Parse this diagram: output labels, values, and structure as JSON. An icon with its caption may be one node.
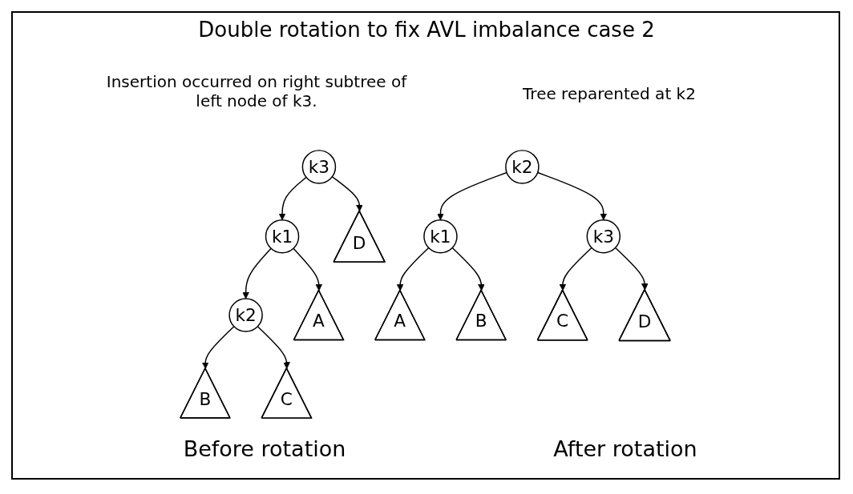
{
  "diagram": {
    "title": "Double rotation to fix AVL imbalance case 2",
    "nodes": [
      {
        "text": [
          "k3"
        ]
      },
      {
        "text": [
          "k1"
        ]
      },
      {
        "text": [
          "k2"
        ]
      },
      {
        "text": [
          "D"
        ]
      },
      {
        "text": [
          "A"
        ]
      },
      {
        "text": [
          "B"
        ]
      },
      {
        "text": [
          "C"
        ]
      },
      {
        "text": [
          "k2"
        ]
      },
      {
        "text": [
          "k1"
        ]
      },
      {
        "text": [
          "k3"
        ]
      },
      {
        "text": [
          "A"
        ]
      },
      {
        "text": [
          "B"
        ]
      },
      {
        "text": [
          "C"
        ]
      },
      {
        "text": [
          "D"
        ]
      }
    ],
    "edges": [
      {
        "from": 0,
        "to": 1,
        "arrow": "to"
      },
      {
        "from": 0,
        "to": 3,
        "arrow": "to"
      },
      {
        "from": 1,
        "to": 4,
        "arrow": "to"
      },
      {
        "from": 1,
        "to": 2,
        "arrow": "to"
      },
      {
        "from": 2,
        "to": 5,
        "arrow": "to"
      },
      {
        "from": 2,
        "to": 6,
        "arrow": "to"
      },
      {
        "from": 7,
        "to": 8,
        "arrow": "to"
      },
      {
        "from": 7,
        "to": 9,
        "arrow": "to"
      },
      {
        "from": 8,
        "to": 10,
        "arrow": "to"
      },
      {
        "from": 8,
        "to": 11,
        "arrow": "to"
      },
      {
        "from": 9,
        "to": 12,
        "arrow": "to"
      },
      {
        "from": 9,
        "to": 13,
        "arrow": "to"
      }
    ],
    "labels": [
      "Insertion occurred on right subtree of left node of k3.",
      "Tree reparented at k2",
      "Before rotation",
      "After rotation"
    ]
  }
}
